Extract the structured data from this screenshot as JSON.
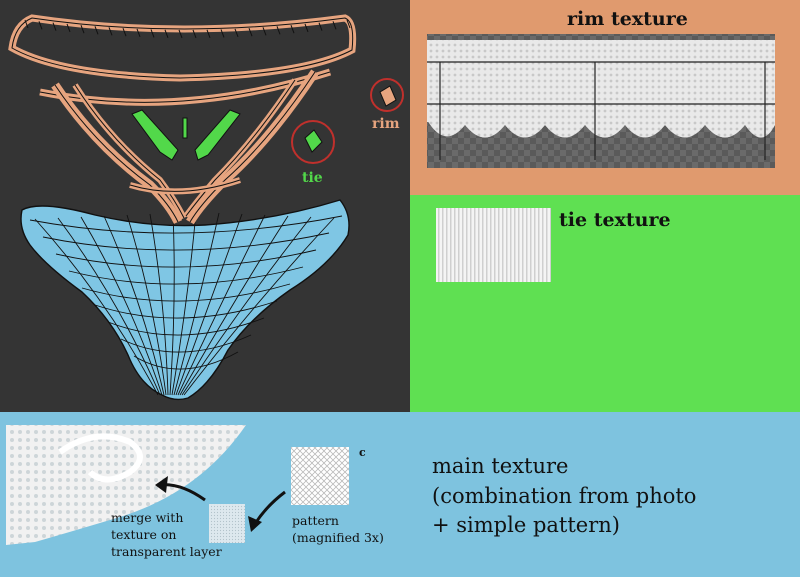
{
  "viewport": {
    "callouts": {
      "rim": "rim",
      "tie": "tie"
    },
    "colors": {
      "background": "#343434",
      "rim_mesh": "#e6a47f",
      "tie_mesh": "#52d84a",
      "main_mesh": "#7fc6e4",
      "wire": "#111111",
      "circle": "#c0302c"
    }
  },
  "rim_panel": {
    "title": "rim texture",
    "color": "#e09a6e"
  },
  "tie_panel": {
    "title": "tie texture",
    "color": "#5fe052"
  },
  "main_panel": {
    "color": "#7ec3df",
    "title_line1": "main texture",
    "title_line2": "(combination from photo",
    "title_line3": "+ simple pattern)",
    "merge_line1": "merge with",
    "merge_line2": "texture on",
    "merge_line3": "transparent layer",
    "pattern_line1": "pattern",
    "pattern_line2": "(magnified 3x)",
    "tiny_mark": "c"
  }
}
